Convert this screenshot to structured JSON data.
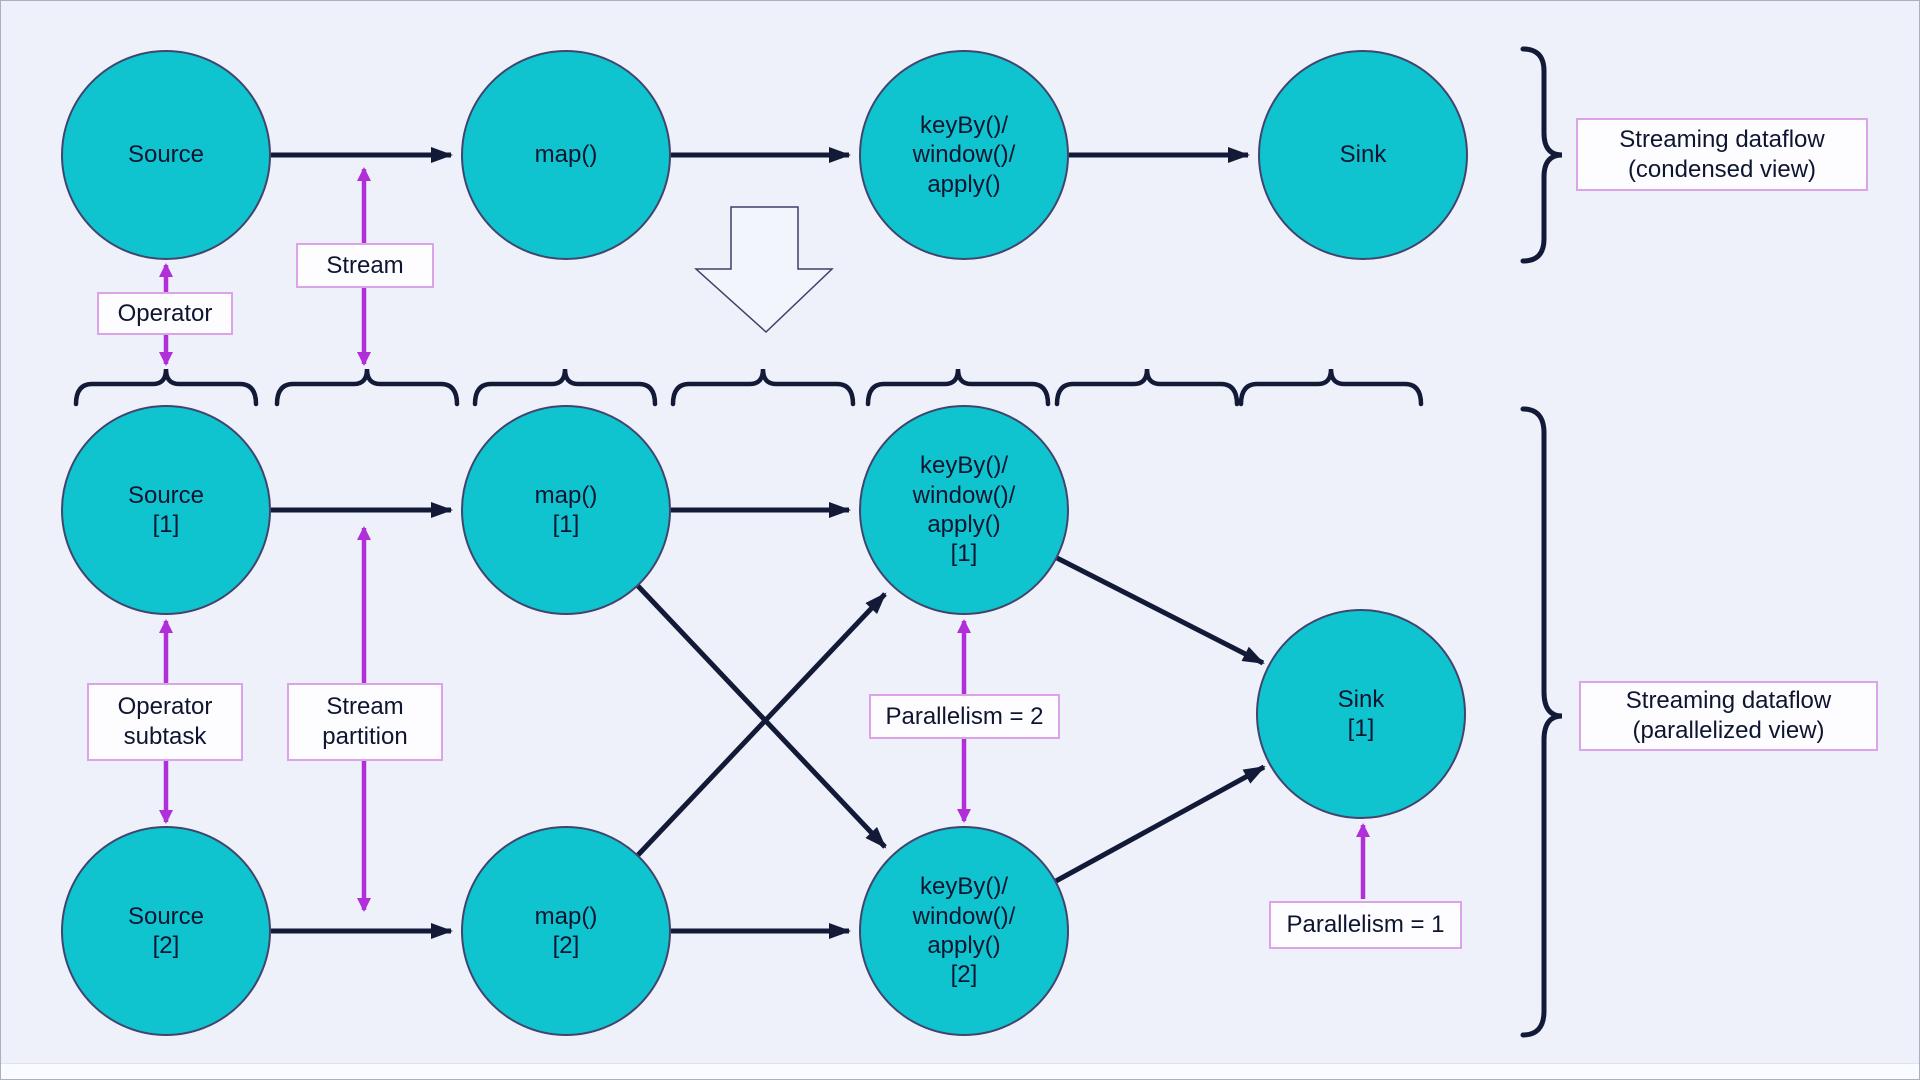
{
  "colors": {
    "background": "#eef1fa",
    "node_fill": "#0fc4cf",
    "node_stroke": "#41456e",
    "edge": "#131a38",
    "purple": "#b12fd8",
    "box_border": "#dba4e9",
    "box_fill": "#fdfdff",
    "text": "#0e1530",
    "canvas_border": "#a9b0c2",
    "footer_strip": "#fafbff"
  },
  "condensed": {
    "nodes": {
      "source": {
        "lines": [
          "Source"
        ]
      },
      "map": {
        "lines": [
          "map()"
        ]
      },
      "keyby": {
        "lines": [
          "keyBy()/",
          "window()/",
          "apply()"
        ]
      },
      "sink": {
        "lines": [
          "Sink"
        ]
      }
    },
    "operator_label": "Operator",
    "stream_label": "Stream",
    "section_label": {
      "lines": [
        "Streaming dataflow",
        "(condensed view)"
      ]
    }
  },
  "parallelized": {
    "nodes": {
      "source1": {
        "lines": [
          "Source",
          "[1]"
        ]
      },
      "source2": {
        "lines": [
          "Source",
          "[2]"
        ]
      },
      "map1": {
        "lines": [
          "map()",
          "[1]"
        ]
      },
      "map2": {
        "lines": [
          "map()",
          "[2]"
        ]
      },
      "keyby1": {
        "lines": [
          "keyBy()/",
          "window()/",
          "apply()",
          "[1]"
        ]
      },
      "keyby2": {
        "lines": [
          "keyBy()/",
          "window()/",
          "apply()",
          "[2]"
        ]
      },
      "sink1": {
        "lines": [
          "Sink",
          "[1]"
        ]
      }
    },
    "operator_subtask_label": {
      "lines": [
        "Operator",
        "subtask"
      ]
    },
    "stream_partition_label": {
      "lines": [
        "Stream",
        "partition"
      ]
    },
    "parallelism_2_label": "Parallelism = 2",
    "parallelism_1_label": "Parallelism = 1",
    "section_label": {
      "lines": [
        "Streaming dataflow",
        "(parallelized view)"
      ]
    }
  }
}
